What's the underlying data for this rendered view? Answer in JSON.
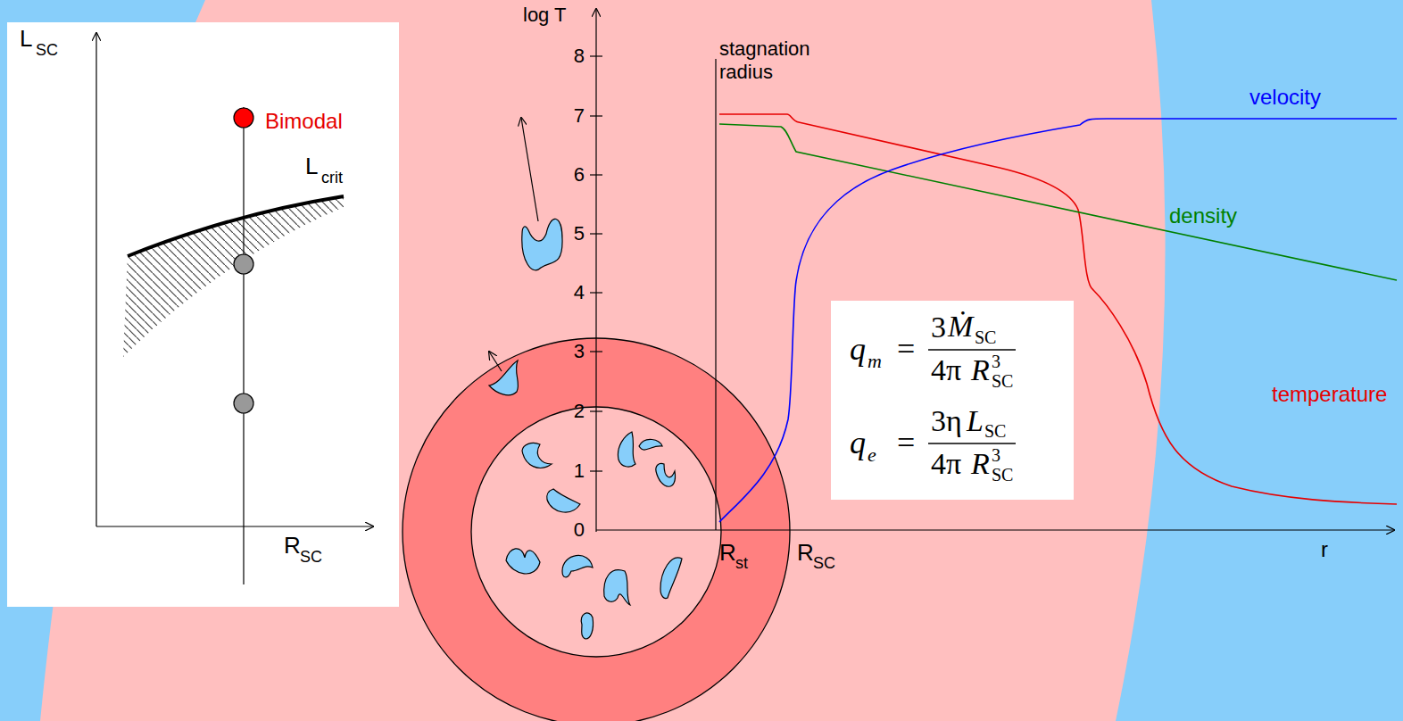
{
  "diagram": {
    "nodes": [
      {
        "text": [
          "L",
          "SC",
          "Bimodal",
          "L",
          "crit",
          "R",
          "SC"
        ]
      },
      {
        "text": [
          "q",
          "m",
          "=",
          "3",
          "Ṁ",
          "SC",
          "4π",
          "R",
          "3",
          "SC",
          "q",
          "e",
          "=",
          "3η",
          "L",
          "SC",
          "4π",
          "R",
          "3",
          "SC"
        ]
      }
    ],
    "labels": [
      "log T",
      "8",
      "7",
      "6",
      "5",
      "4",
      "3",
      "2",
      "1",
      "0",
      "stagnation radius",
      "velocity",
      "density",
      "temperature",
      "R",
      "st",
      "R",
      "SC",
      "r"
    ]
  }
}
